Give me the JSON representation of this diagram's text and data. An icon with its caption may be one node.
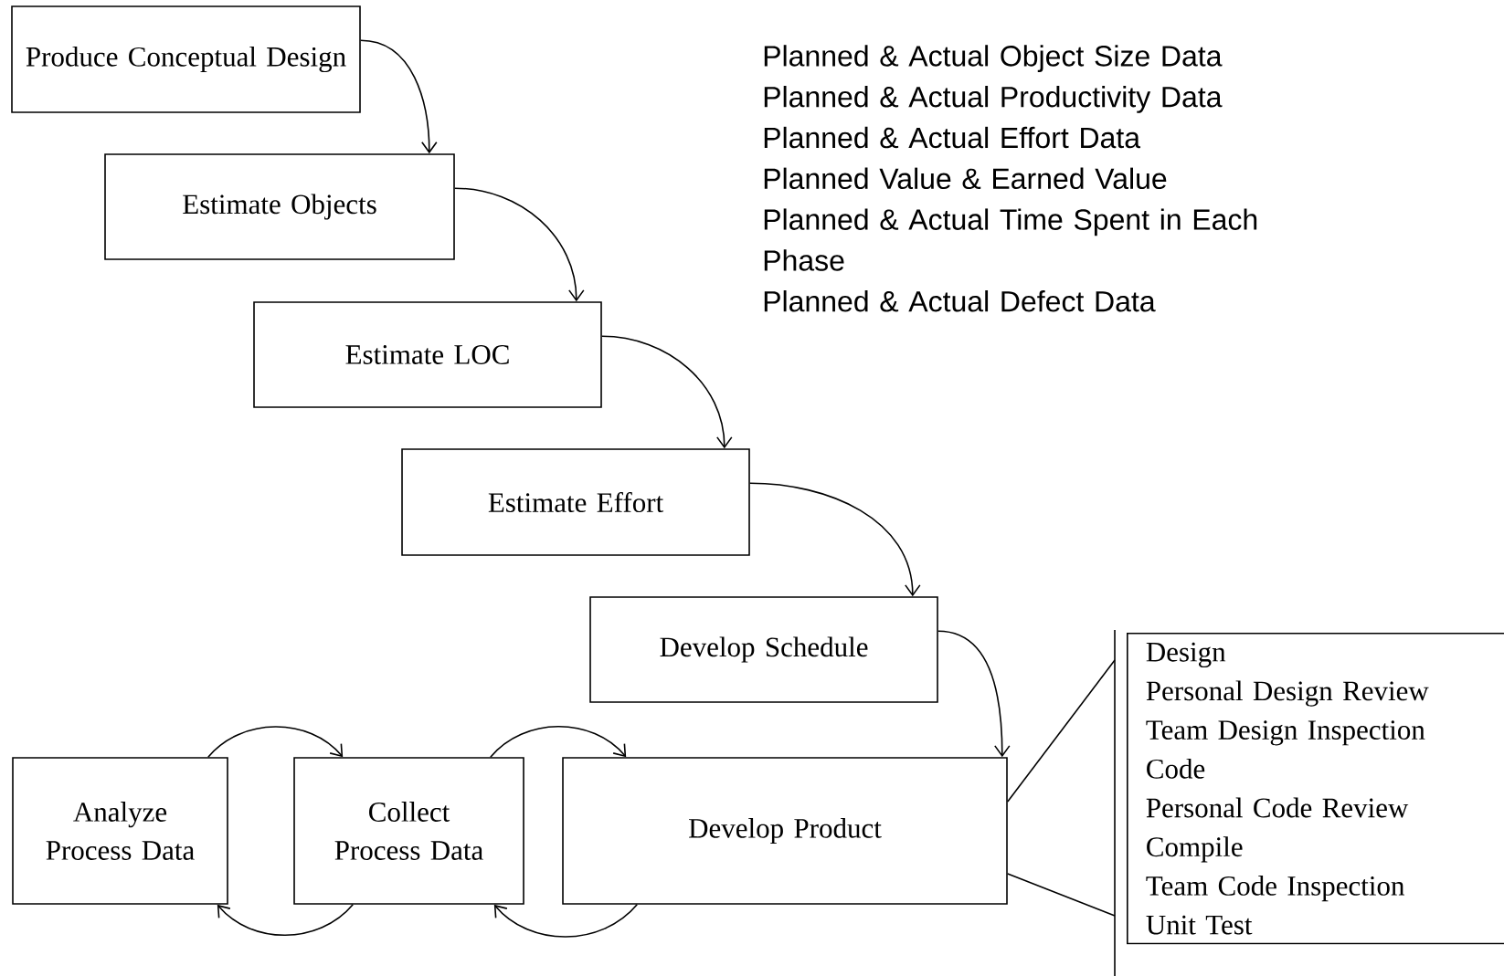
{
  "diagram": {
    "nodes": [
      {
        "text": [
          "Produce Conceptual Design"
        ]
      },
      {
        "text": [
          "Estimate Objects"
        ]
      },
      {
        "text": [
          "Estimate LOC"
        ]
      },
      {
        "text": [
          "Estimate Effort"
        ]
      },
      {
        "text": [
          "Develop Schedule"
        ]
      },
      {
        "text": [
          "Analyze Process Data"
        ]
      },
      {
        "text": [
          "Collect Process Data"
        ]
      },
      {
        "text": [
          "Develop Product"
        ]
      },
      {
        "text": [
          "Design",
          "Personal Design Review",
          "Team Design Inspection",
          "Code",
          "Personal Code Review",
          "Compile",
          "Team Code Inspection",
          "Unit Test"
        ]
      }
    ],
    "edges": [
      {
        "from": 0,
        "to": 1,
        "arrow": "to"
      },
      {
        "from": 1,
        "to": 2,
        "arrow": "to"
      },
      {
        "from": 2,
        "to": 3,
        "arrow": "to"
      },
      {
        "from": 3,
        "to": 4,
        "arrow": "to"
      },
      {
        "from": 4,
        "to": 7,
        "arrow": "to"
      },
      {
        "from": 5,
        "to": 6,
        "arrow": "to"
      },
      {
        "from": 6,
        "to": 7,
        "arrow": "to"
      },
      {
        "from": 7,
        "to": 6,
        "arrow": "to"
      },
      {
        "from": 6,
        "to": 5,
        "arrow": "to"
      },
      {
        "from": 7,
        "to": 8,
        "arrow": "none"
      },
      {
        "from": 7,
        "to": 8,
        "arrow": "none"
      }
    ],
    "labels": [
      "Planned & Actual Object Size Data",
      "Planned & Actual Productivity Data",
      "Planned & Actual Effort Data",
      "Planned Value & Earned Value",
      "Planned & Actual Time Spent in Each Phase",
      "Planned & Actual Defect Data"
    ]
  }
}
